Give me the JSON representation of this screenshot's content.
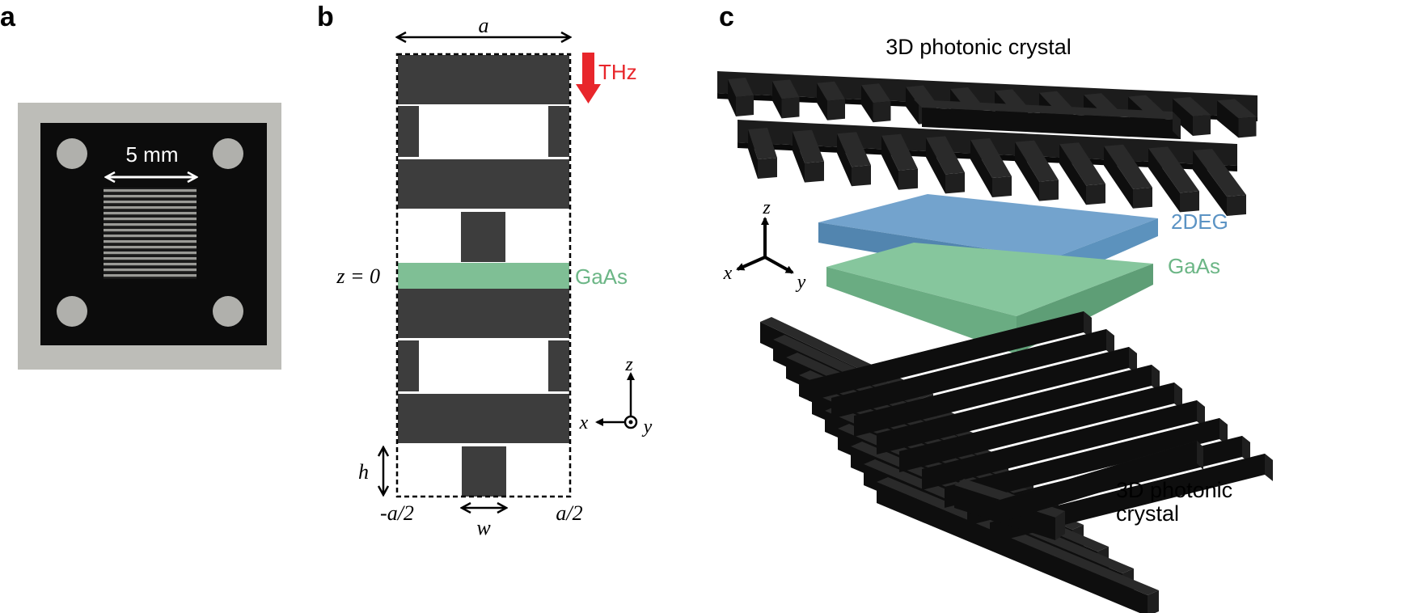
{
  "panels": {
    "a": "a",
    "b": "b",
    "c": "c"
  },
  "panel_a": {
    "scale_label": "5 mm"
  },
  "panel_b": {
    "period_label": "a",
    "thz_label": "THz",
    "z0_label": "z = 0",
    "gaas_label": "GaAs",
    "h_label": "h",
    "w_label": "w",
    "left_edge_label": "-a/2",
    "right_edge_label": "a/2",
    "axes": {
      "z": "z",
      "x": "x",
      "y": "y"
    }
  },
  "panel_c": {
    "top_crystal_label": "3D photonic crystal",
    "twodeg_label": "2DEG",
    "gaas_label": "GaAs",
    "bottom_crystal_line1": "3D photonic",
    "bottom_crystal_line2": "crystal",
    "axes": {
      "z": "z",
      "x": "x",
      "y": "y"
    }
  },
  "colors": {
    "bar": "#3d3d3d",
    "gaas": "#7fbf95",
    "twodeg": "#5b93c4",
    "thz_arrow": "#e8262b",
    "gaas_text": "#6cb686",
    "twodeg_text": "#5b93c4",
    "chip": "#0c0c0c",
    "paper": "#bdbdb8"
  }
}
